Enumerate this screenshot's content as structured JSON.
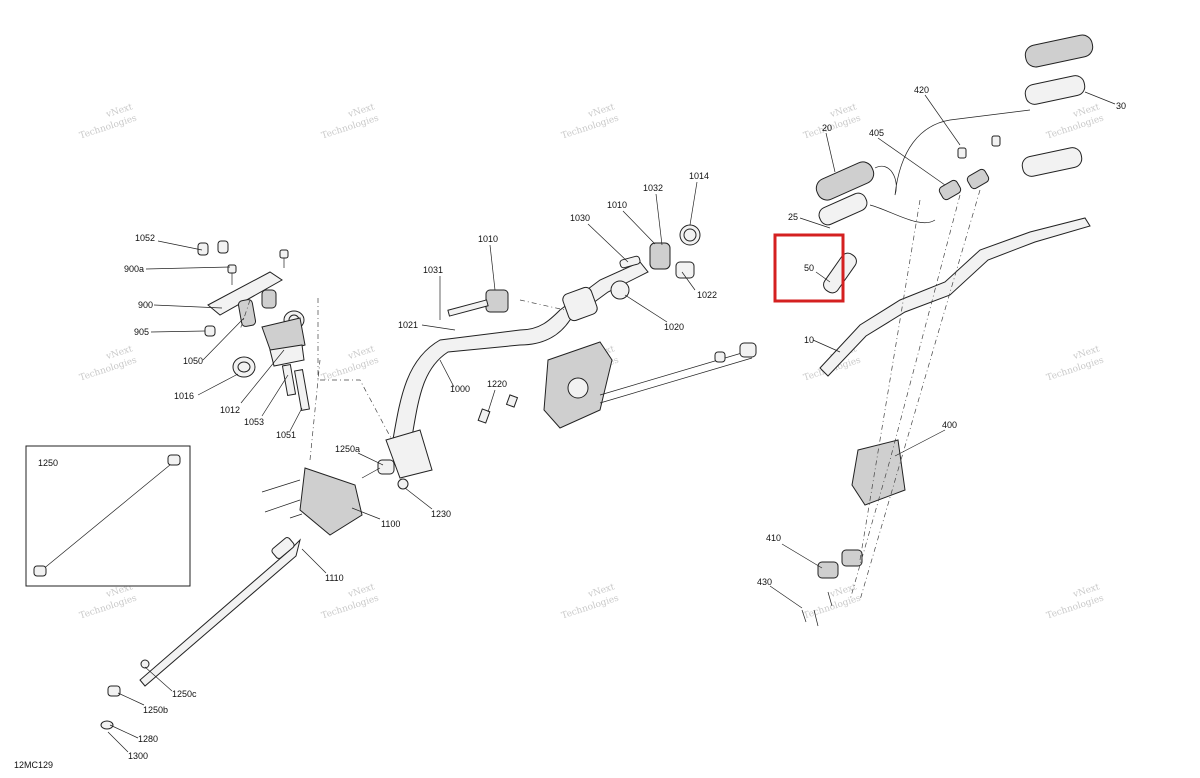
{
  "diagram": {
    "code": "12MC129",
    "inset_label": "1250",
    "highlight_part": "50",
    "watermark": {
      "line1": "vNext",
      "line2": "Technologies"
    },
    "callouts": [
      "1052",
      "900a",
      "900",
      "905",
      "1050",
      "1016",
      "1012",
      "1053",
      "1051",
      "1031",
      "1010",
      "1021",
      "1000",
      "1220",
      "1030",
      "1010",
      "1032",
      "1014",
      "1022",
      "1020",
      "1250a",
      "1230",
      "1100",
      "1110",
      "1250c",
      "1250b",
      "1280",
      "1300",
      "420",
      "30",
      "405",
      "20",
      "25",
      "50",
      "10",
      "400",
      "410",
      "430"
    ]
  }
}
